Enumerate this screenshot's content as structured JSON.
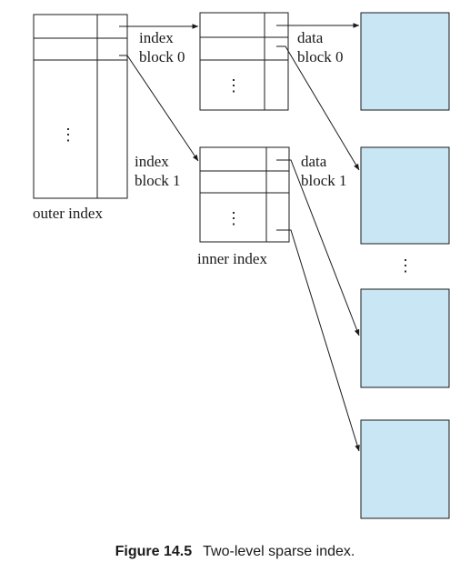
{
  "diagram": {
    "outer_index_label": "outer index",
    "inner_index_label": "inner index",
    "index_block_0_line1": "index",
    "index_block_0_line2": "block 0",
    "index_block_1_line1": "index",
    "index_block_1_line2": "block 1",
    "data_block_0_line1": "data",
    "data_block_0_line2": "block 0",
    "data_block_1_line1": "data",
    "data_block_1_line2": "block 1",
    "ellipsis": "⋮",
    "data_block_fill": "#c9e6f5",
    "stroke_color": "#1a1a1a"
  },
  "caption": {
    "number": "Figure 14.5",
    "text": "Two-level sparse index."
  }
}
